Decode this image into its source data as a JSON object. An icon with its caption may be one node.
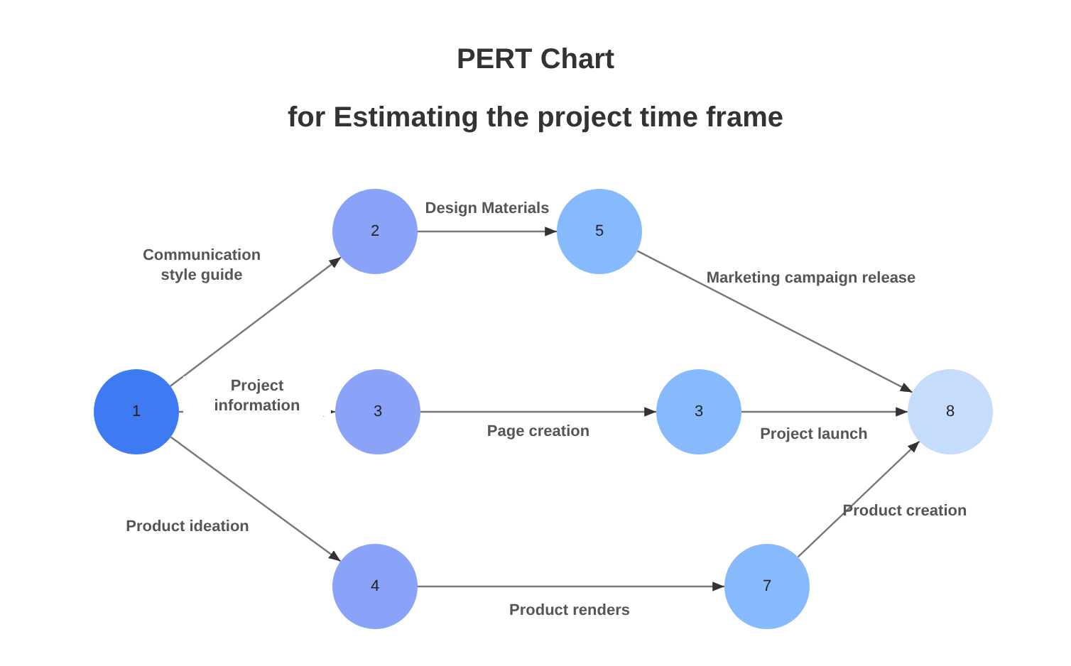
{
  "diagram": {
    "title": "PERT Chart",
    "labels": [
      "for Estimating the project time frame"
    ],
    "nodes": [
      {
        "text": [
          "1"
        ]
      },
      {
        "text": [
          "2"
        ]
      },
      {
        "text": [
          "3"
        ]
      },
      {
        "text": [
          "4"
        ]
      },
      {
        "text": [
          "5"
        ]
      },
      {
        "text": [
          "3"
        ]
      },
      {
        "text": [
          "7"
        ]
      },
      {
        "text": [
          "8"
        ]
      }
    ],
    "edges": [
      {
        "from": 0,
        "to": 1,
        "arrow": "to",
        "label": "Communication style guide"
      },
      {
        "from": 0,
        "to": 2,
        "arrow": "to",
        "label": "Project information"
      },
      {
        "from": 0,
        "to": 3,
        "arrow": "to",
        "label": "Product ideation"
      },
      {
        "from": 1,
        "to": 4,
        "arrow": "to",
        "label": "Design Materials"
      },
      {
        "from": 2,
        "to": 5,
        "arrow": "to",
        "label": "Page creation"
      },
      {
        "from": 3,
        "to": 6,
        "arrow": "to",
        "label": "Product renders"
      },
      {
        "from": 4,
        "to": 7,
        "arrow": "to",
        "label": "Marketing campaign release"
      },
      {
        "from": 5,
        "to": 7,
        "arrow": "to",
        "label": "Project launch"
      },
      {
        "from": 6,
        "to": 7,
        "arrow": "to",
        "label": "Product creation"
      }
    ]
  }
}
